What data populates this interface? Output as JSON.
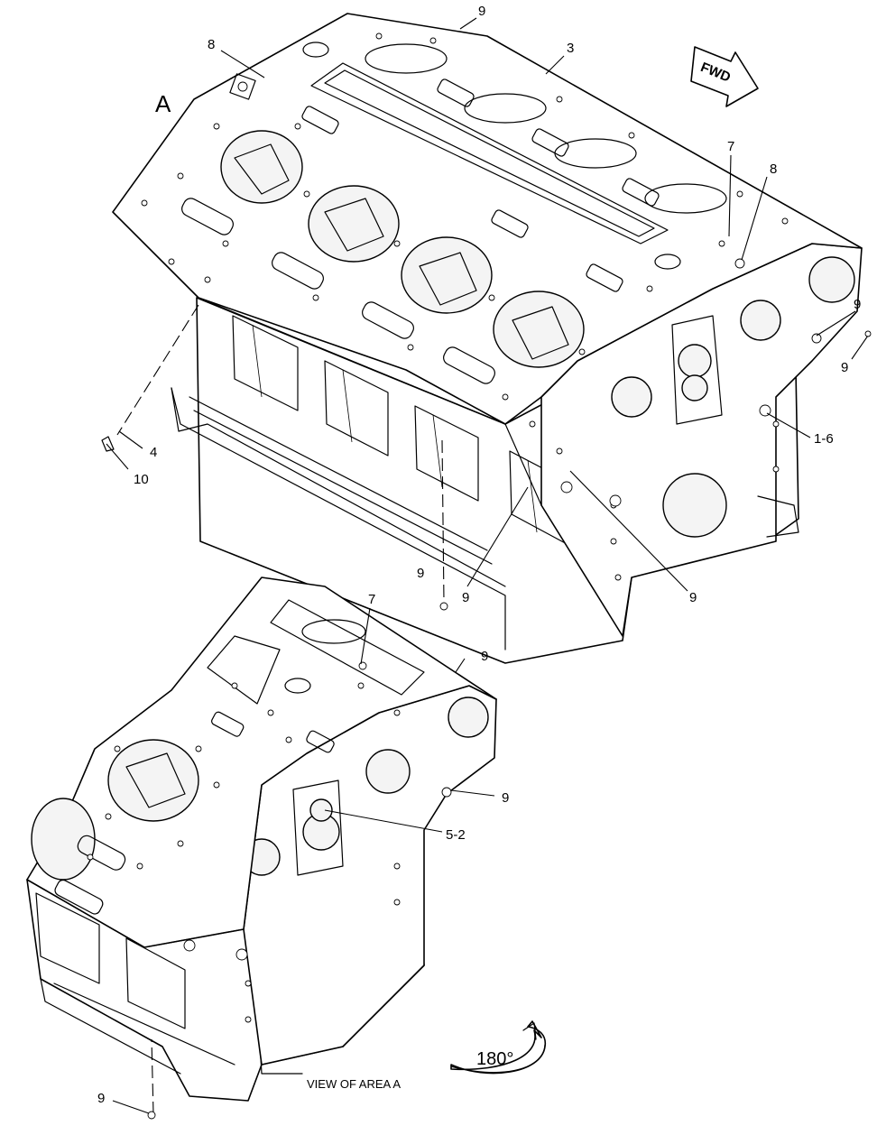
{
  "figure": {
    "area_label": "A",
    "fwd_label": "FWD",
    "view_caption": "VIEW OF AREA A",
    "rotation_label": "180°"
  },
  "callouts": [
    {
      "id": "c-9-top",
      "text": "9"
    },
    {
      "id": "c-8-top",
      "text": "8"
    },
    {
      "id": "c-3",
      "text": "3"
    },
    {
      "id": "c-7-top",
      "text": "7"
    },
    {
      "id": "c-8-right",
      "text": "8"
    },
    {
      "id": "c-9-right-a",
      "text": "9"
    },
    {
      "id": "c-9-right-b",
      "text": "9"
    },
    {
      "id": "c-1-6",
      "text": "1-6"
    },
    {
      "id": "c-4",
      "text": "4"
    },
    {
      "id": "c-10",
      "text": "10"
    },
    {
      "id": "c-9-mid-a",
      "text": "9"
    },
    {
      "id": "c-9-mid-b",
      "text": "9"
    },
    {
      "id": "c-9-mid-c",
      "text": "9"
    },
    {
      "id": "c-7-bottom",
      "text": "7"
    },
    {
      "id": "c-9-bottom-a",
      "text": "9"
    },
    {
      "id": "c-9-bottom-b",
      "text": "9"
    },
    {
      "id": "c-5-2",
      "text": "5-2"
    },
    {
      "id": "c-9-bottom-c",
      "text": "9"
    }
  ]
}
